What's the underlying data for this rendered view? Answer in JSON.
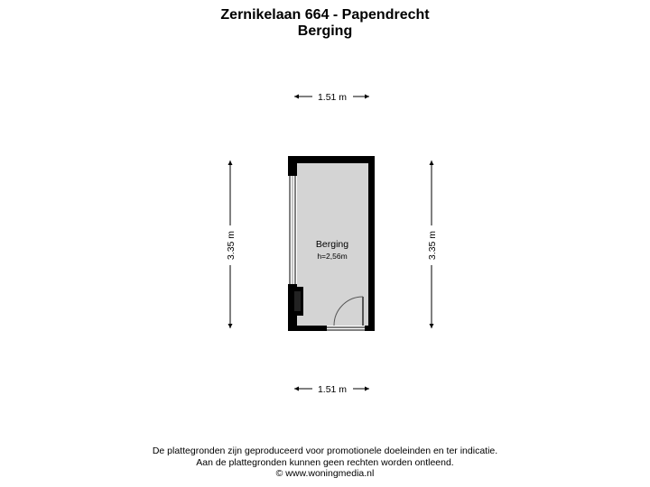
{
  "header": {
    "address": "Zernikelaan 664 - Papendrecht",
    "floor": "Berging"
  },
  "floorplan": {
    "room_name": "Berging",
    "room_height": "h=2,56m",
    "dimension_top": "1.51 m",
    "dimension_bottom": "1.51 m",
    "dimension_left": "3.35 m",
    "dimension_right": "3.35 m",
    "colors": {
      "wall": "#000000",
      "floor": "#d4d4d4",
      "door": "#555555"
    }
  },
  "footer": {
    "line1": "De plattegronden zijn geproduceerd voor promotionele doeleinden en ter indicatie.",
    "line2": "Aan de plattegronden kunnen geen rechten worden ontleend.",
    "line3": "© www.woningmedia.nl"
  }
}
